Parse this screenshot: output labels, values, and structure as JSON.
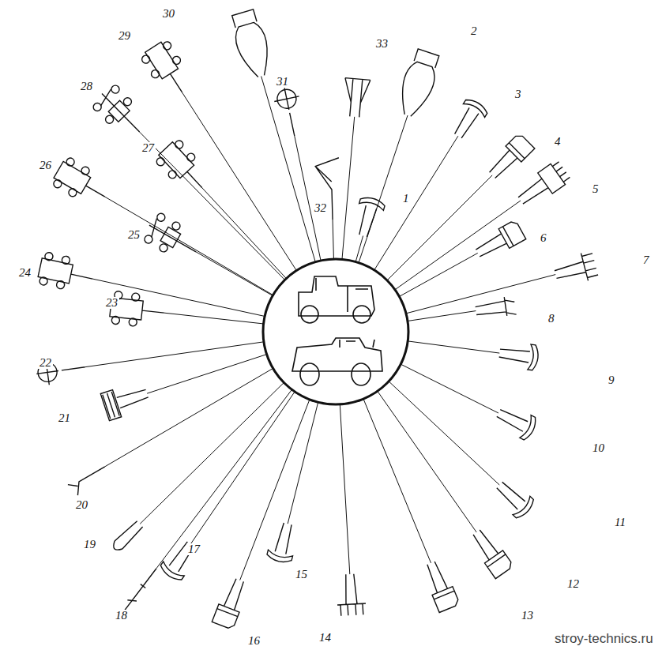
{
  "diagram": {
    "labels": [
      "1",
      "2",
      "3",
      "4",
      "5",
      "6",
      "7",
      "8",
      "9",
      "10",
      "11",
      "12",
      "13",
      "14",
      "15",
      "16",
      "17",
      "18",
      "19",
      "20",
      "21",
      "22",
      "23",
      "24",
      "25",
      "26",
      "27",
      "28",
      "29",
      "30",
      "31",
      "32",
      "33",
      "stroy-technics.ru"
    ]
  }
}
